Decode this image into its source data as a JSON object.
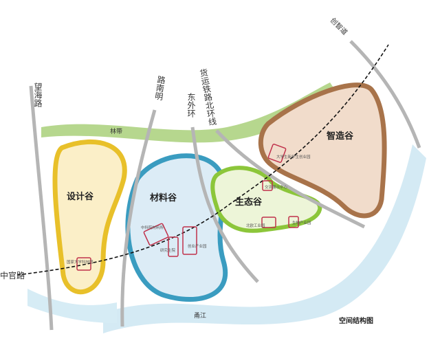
{
  "zones": [
    {
      "name": "设计谷",
      "color": "#e8c02a"
    },
    {
      "name": "材料谷",
      "color": "#3a9cc0"
    },
    {
      "name": "生态谷",
      "color": "#8cc63a"
    },
    {
      "name": "智造谷",
      "color": "#a8734a"
    }
  ],
  "roads": {
    "wanghai": "望海路",
    "lunan": "路南明",
    "dongwai": "东外环",
    "huoyun": "货运铁路北环线",
    "zhongguan": "中官路",
    "topright": "创智道"
  },
  "features": {
    "forest": "林带",
    "river": "甬江"
  },
  "sites": [
    "国家大学科技园",
    "中科院材料所",
    "研究生院",
    "创业产业园",
    "大学生新学生创业园",
    "交流展示中心",
    "北欧工业园",
    "生物产业园"
  ],
  "legend_title": "空间结构图",
  "colors": {
    "river": "#c7e4f0",
    "forest": "#8fc15a",
    "road": "#b8b8b8",
    "dashed": "#111111",
    "site": "#c0304a"
  }
}
